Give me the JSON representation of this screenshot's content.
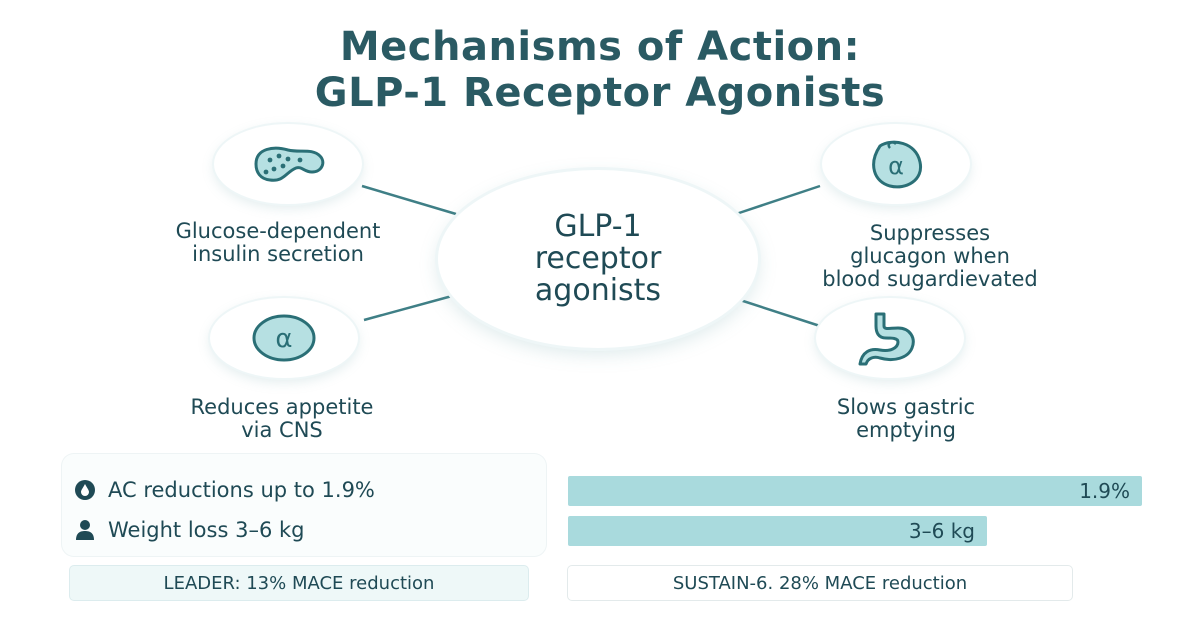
{
  "title": {
    "line1": "Mechanisms of Action:",
    "line2": "GLP-1 Receptor Agonists"
  },
  "center": {
    "line1": "GLP-1",
    "line2": "receptor",
    "line3": "agonists"
  },
  "mechanisms": [
    {
      "icon": "pancreas-icon",
      "line1": "Glucose-dependent",
      "line2": "insulin secretion"
    },
    {
      "icon": "alpha-cell-icon",
      "line1": "Suppresses",
      "line2": "glucagon when",
      "line3": "blood sugardievated"
    },
    {
      "icon": "brain-alpha-icon",
      "line1": "Reduces appetite",
      "line2": "via CNS"
    },
    {
      "icon": "stomach-icon",
      "line1": "Slows gastric",
      "line2": "emptying"
    }
  ],
  "stats": [
    {
      "icon": "drop-icon",
      "label": "AC reductions up to 1.9%",
      "bar_value": "1.9%",
      "fill_fraction": 1.0
    },
    {
      "icon": "person-icon",
      "label": "Weight loss 3–6 kg",
      "bar_value": "3–6 kg",
      "fill_fraction": 0.73
    }
  ],
  "trials": {
    "left": "LEADER: 13% MACE reduction",
    "right": "SUSTAIN-6. 28% MACE reduction"
  },
  "colors": {
    "primary_text": "#1f4a55",
    "title": "#2a5a63",
    "accent_teal": "#a9dadd",
    "icon_stroke": "#2a6f76",
    "icon_fill": "#b6e0e2",
    "connector": "#3f7f86"
  }
}
